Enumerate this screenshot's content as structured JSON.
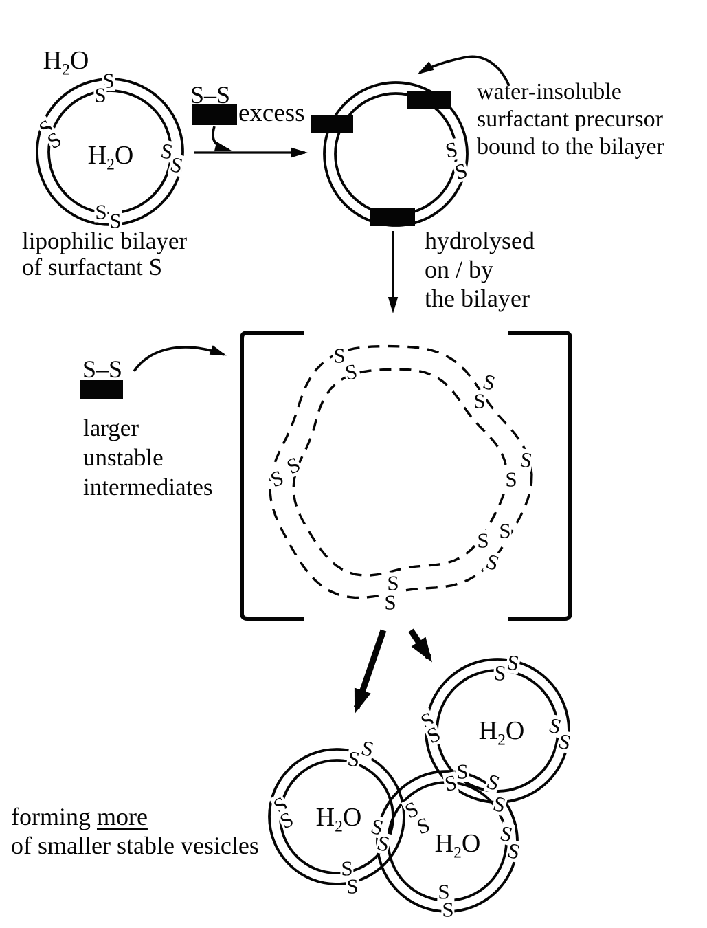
{
  "colors": {
    "ink": "#050505",
    "paper": "#ffffff"
  },
  "labels": {
    "water": {
      "pre": "H",
      "sub": "2",
      "post": "O"
    },
    "surfactant_symbol": "S",
    "precursor_symbol": "S–S",
    "excess": "excess",
    "initial_vesicle_caption": {
      "line1": "lipophilic bilayer",
      "line2": "of surfactant S"
    },
    "bound_precursor_caption": {
      "line1": "water-insoluble",
      "line2": "surfactant precursor",
      "line3": "bound to the bilayer"
    },
    "hydrolysis_caption": {
      "line1": "hydrolysed",
      "line2": "on / by",
      "line3": "the bilayer"
    },
    "intermediates_caption": {
      "line1": "larger",
      "line2": "unstable",
      "line3": "intermediates"
    },
    "result_caption": {
      "line1_pre": "forming ",
      "line1_underlined": "more",
      "line2": "of smaller stable vesicles"
    }
  }
}
